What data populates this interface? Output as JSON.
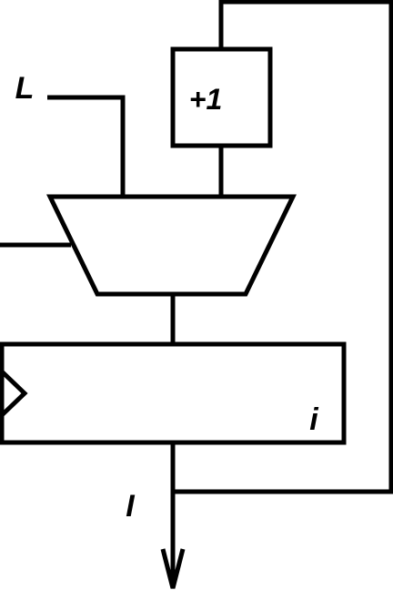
{
  "labels": {
    "load_input": "L",
    "incrementer": "+1",
    "register_name": "i",
    "output": "I"
  },
  "colors": {
    "stroke": "#000000",
    "background": "#ffffff"
  }
}
